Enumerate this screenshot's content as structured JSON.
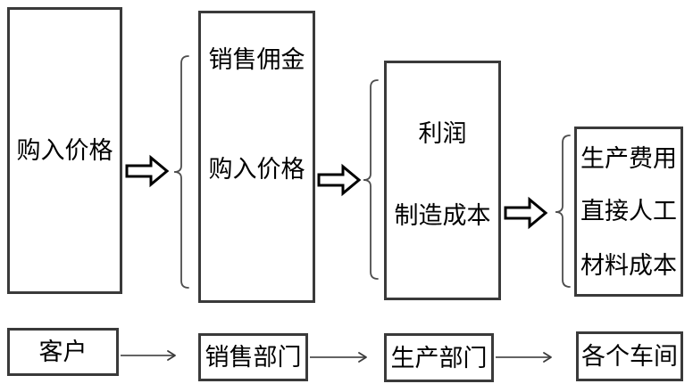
{
  "colors": {
    "background": "#ffffff",
    "box_border": "#3a3a3a",
    "block_arrow_outline": "#000000",
    "connector_gray": "#4d4d4d",
    "text": "#000000"
  },
  "cost_flow": {
    "boxes": [
      {
        "name": "purchase-price",
        "lines": [
          "购入价格"
        ]
      },
      {
        "name": "sales-price-breakdown",
        "lines": [
          "销售佣金",
          "购入价格"
        ]
      },
      {
        "name": "factory-price-breakdown",
        "lines": [
          "利润",
          "制造成本"
        ]
      },
      {
        "name": "manufacturing-cost-breakdown",
        "lines": [
          "生产费用",
          "直接人工",
          "材料成本"
        ]
      }
    ]
  },
  "department_flow": {
    "boxes": [
      {
        "name": "customer",
        "label": "客户"
      },
      {
        "name": "sales-department",
        "label": "销售部门"
      },
      {
        "name": "production-department",
        "label": "生产部门"
      },
      {
        "name": "workshops",
        "label": "各个车间"
      }
    ]
  }
}
